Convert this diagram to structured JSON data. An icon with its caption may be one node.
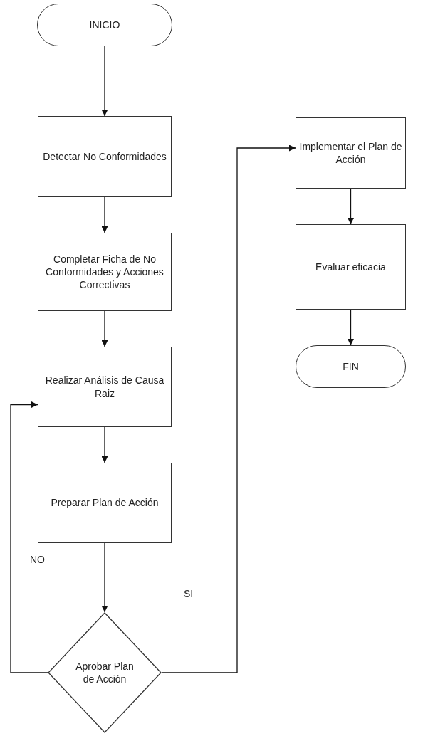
{
  "diagram": {
    "nodes": [
      {
        "text": [
          "INICIO"
        ]
      },
      {
        "text": [
          "Detectar No Conformidades"
        ]
      },
      {
        "text": [
          "Completar Ficha de No Conformidades y Acciones Correctivas"
        ]
      },
      {
        "text": [
          "Realizar Análisis de Causa Raiz"
        ]
      },
      {
        "text": [
          "Preparar Plan de Acción"
        ]
      },
      {
        "text": [
          "Aprobar Plan de Acción"
        ]
      },
      {
        "text": [
          "Implementar el Plan de Acción"
        ]
      },
      {
        "text": [
          "Evaluar eficacia"
        ]
      },
      {
        "text": [
          "FIN"
        ]
      }
    ],
    "edges": [
      {
        "from": 0,
        "to": 1,
        "arrow": "to"
      },
      {
        "from": 1,
        "to": 2,
        "arrow": "to"
      },
      {
        "from": 2,
        "to": 3,
        "arrow": "to"
      },
      {
        "from": 3,
        "to": 4,
        "arrow": "to"
      },
      {
        "from": 4,
        "to": 5,
        "arrow": "to"
      },
      {
        "from": 5,
        "to": 3,
        "arrow": "to",
        "label": "NO"
      },
      {
        "from": 5,
        "to": 6,
        "arrow": "to",
        "label": "SI"
      },
      {
        "from": 6,
        "to": 7,
        "arrow": "to"
      },
      {
        "from": 7,
        "to": 8,
        "arrow": "to"
      }
    ]
  }
}
